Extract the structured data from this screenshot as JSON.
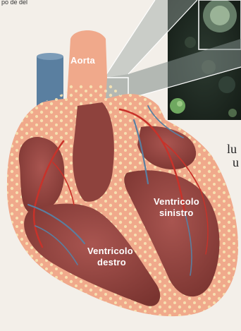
{
  "labels": {
    "aorta": "Aorta",
    "left_ventricle_line1": "Ventricolo",
    "left_ventricle_line2": "sinistro",
    "right_ventricle_line1": "Ventricolo",
    "right_ventricle_line2": "destro"
  },
  "cropped_text": {
    "top_fragment": "po de del",
    "right_fragment_1": "lu",
    "right_fragment_2": "u"
  },
  "colors": {
    "background": "#f3efe9",
    "heart_outer": "#f0a98b",
    "heart_wall": "#f6b99c",
    "chamber": "#9c4a45",
    "chamber_dark": "#7e3632",
    "vessel_blue": "#5a7fa0",
    "artery_red": "#c8322a",
    "fat_dot": "#f6e4b0",
    "micrograph_bg": "#1e2a22",
    "cell_green": "#6fa860"
  },
  "icons": {
    "heart": "heart-illustration",
    "micrograph": "tissue-micrograph-inset"
  }
}
